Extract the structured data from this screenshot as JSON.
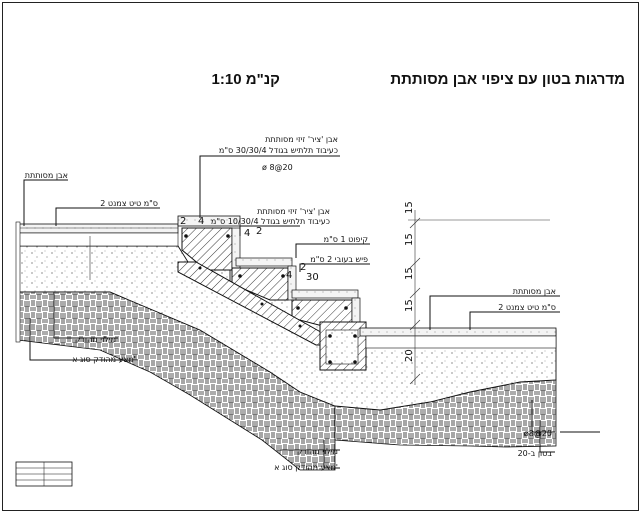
{
  "title": "מדרגות בטון עם ציפוי אבן מסותתת",
  "scale": "קנ\"מ 1:10",
  "labels": {
    "top_stone_1": "אבן 'ציר' זיזי מסותתת",
    "top_stone_2": "כעיבוד תלתיש בגודל 30/30/4 ס\"מ",
    "rebar_top": "ø 8@20",
    "upper_stone_1": "אבן 'ציר' זיזי מסותתת",
    "upper_stone_2": "כעיבוד תלתיש בגודל 10/30/4 ס\"מ",
    "nosing": "קיפוט 1 ס\"מ",
    "chamfer": "פיש בעובי 2 ס\"מ",
    "left_stone": "אבן מסותתת",
    "left_mortar": "2 ס\"מ טיט צמנט",
    "right_stone": "אבן מסותתת",
    "right_mortar": "2 ס\"מ טיט צמנט",
    "left_soil_1": "מילוי מהודק",
    "left_soil_2": "מצע מהודק סוג א'",
    "bottom_soil_1": "מילוי מהודק",
    "bottom_soil_2": "מצע מהודק סוג א'",
    "rebar_bottom": "ø8@20",
    "concrete_grade": "בטון ב-20",
    "dim_riser_1": "15",
    "dim_riser_2": "15",
    "dim_riser_3": "15",
    "dim_slab": "20",
    "dim_tread": "30",
    "dim_a": "4",
    "dim_b": "2",
    "dim_c": "4",
    "dim_d": "2",
    "dim_e": "4",
    "dim_f": "2",
    "dim_g": "15"
  }
}
